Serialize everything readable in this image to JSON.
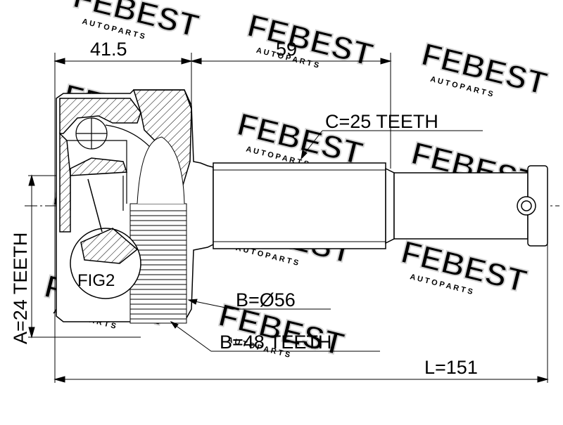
{
  "watermark": {
    "brand": "FEBEST",
    "tagline": "A U T O P A R T S",
    "color": "#d4d4d4"
  },
  "dimensions": {
    "length_outer": "41.5",
    "length_stem": "59",
    "total_length": "L=151"
  },
  "callouts": {
    "outer_spline": "C=25 TEETH",
    "abs_ring_diameter": "B=Ø56",
    "abs_ring_teeth": "B=48 TEETH",
    "inner_spline": "A=24 TEETH",
    "detail_ref": "FIG2"
  },
  "colors": {
    "line": "#000000",
    "background": "#ffffff"
  }
}
